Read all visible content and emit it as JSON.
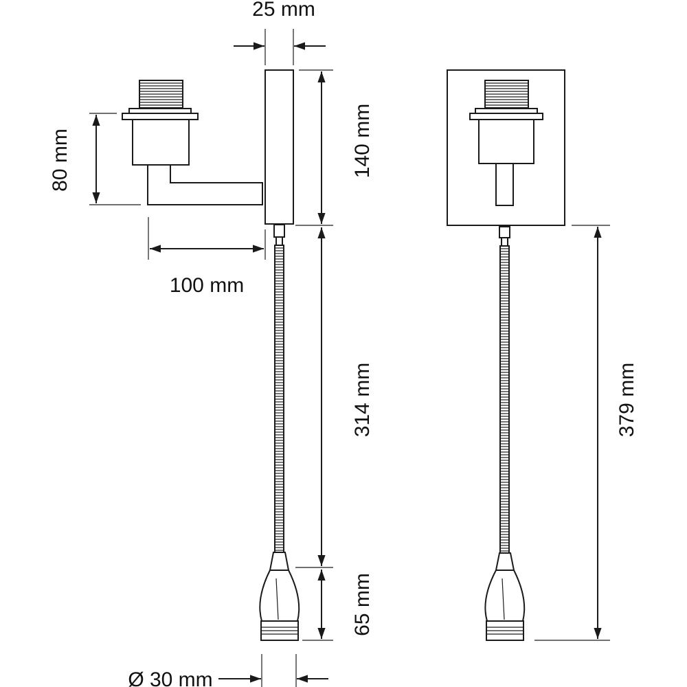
{
  "dimensions": {
    "arm_thickness": "25 mm",
    "socket_height": "80 mm",
    "base_height": "140 mm",
    "arm_projection": "100 mm",
    "gooseneck_length": "314 mm",
    "head_length": "65 mm",
    "total_length": "379 mm",
    "head_diameter": "Ø 30 mm"
  },
  "colors": {
    "line": "#1a1a1a",
    "background": "#ffffff"
  }
}
